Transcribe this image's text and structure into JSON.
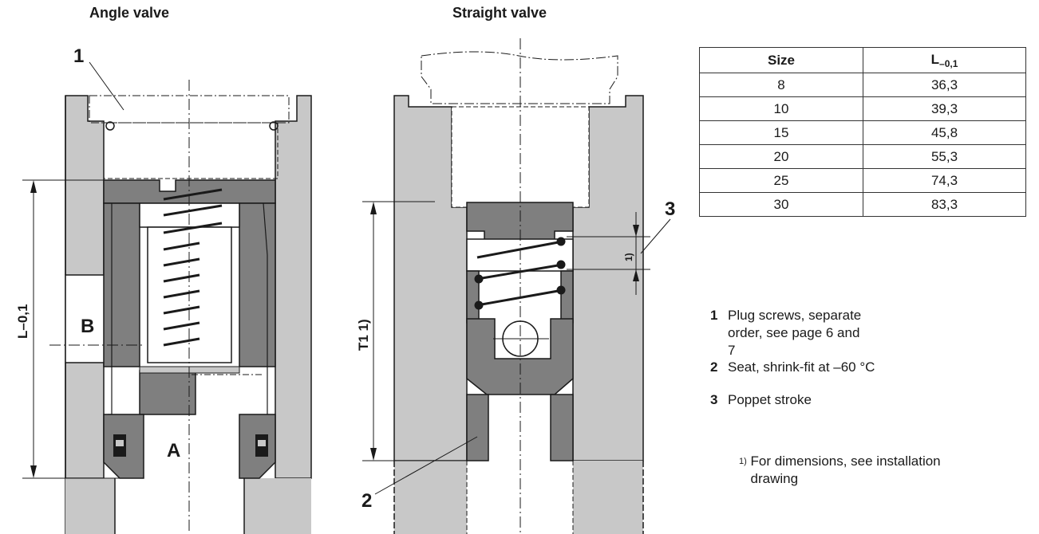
{
  "titles": {
    "angle": "Angle valve",
    "straight": "Straight valve"
  },
  "labels": {
    "callout_1": "1",
    "callout_2": "2",
    "callout_3": "3",
    "port_a": "A",
    "port_b": "B",
    "dim_l": "L–0,1",
    "dim_t1": "T1 1)",
    "dim_stroke": "1)"
  },
  "table": {
    "header_size": "Size",
    "header_l_main": "L",
    "header_l_sub": "–0,1",
    "rows": [
      {
        "size": "8",
        "l": "36,3"
      },
      {
        "size": "10",
        "l": "39,3"
      },
      {
        "size": "15",
        "l": "45,8"
      },
      {
        "size": "20",
        "l": "55,3"
      },
      {
        "size": "25",
        "l": "74,3"
      },
      {
        "size": "30",
        "l": "83,3"
      }
    ]
  },
  "legend": [
    {
      "num": "1",
      "text": "Plug screws, separate order, see page 6 and 7"
    },
    {
      "num": "2",
      "text": "Seat, shrink-fit at –60 °C"
    },
    {
      "num": "3",
      "text": "Poppet stroke"
    }
  ],
  "footnote": {
    "mark": "1)",
    "text": "For dimensions, see installation drawing"
  },
  "colors": {
    "body": "#c8c8c8",
    "parts": "#7f7f7f",
    "line": "#1a1a1a"
  }
}
